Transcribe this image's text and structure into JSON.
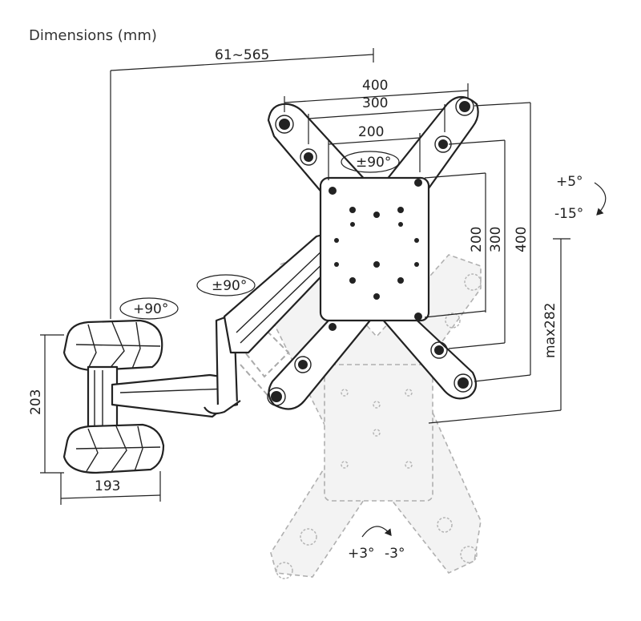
{
  "title": "Dimensions (mm)",
  "dimensions": {
    "extension": "61~565",
    "vesa_width_400": "400",
    "vesa_width_300": "300",
    "vesa_width_200": "200",
    "vesa_height_200": "200",
    "vesa_height_300": "300",
    "vesa_height_400": "400",
    "max_height": "max282",
    "wall_plate_height": "203",
    "wall_plate_width": "193"
  },
  "rotations": {
    "plate_rotation": "±90°",
    "arm_rotation": "±90°",
    "wall_rotation": "+90°",
    "tilt_up": "+5°",
    "tilt_down": "-15°",
    "level_plus": "+3°",
    "level_minus": "-3°"
  },
  "colors": {
    "line": "#222222",
    "ghost": "#aaaaaa",
    "background": "#ffffff"
  }
}
